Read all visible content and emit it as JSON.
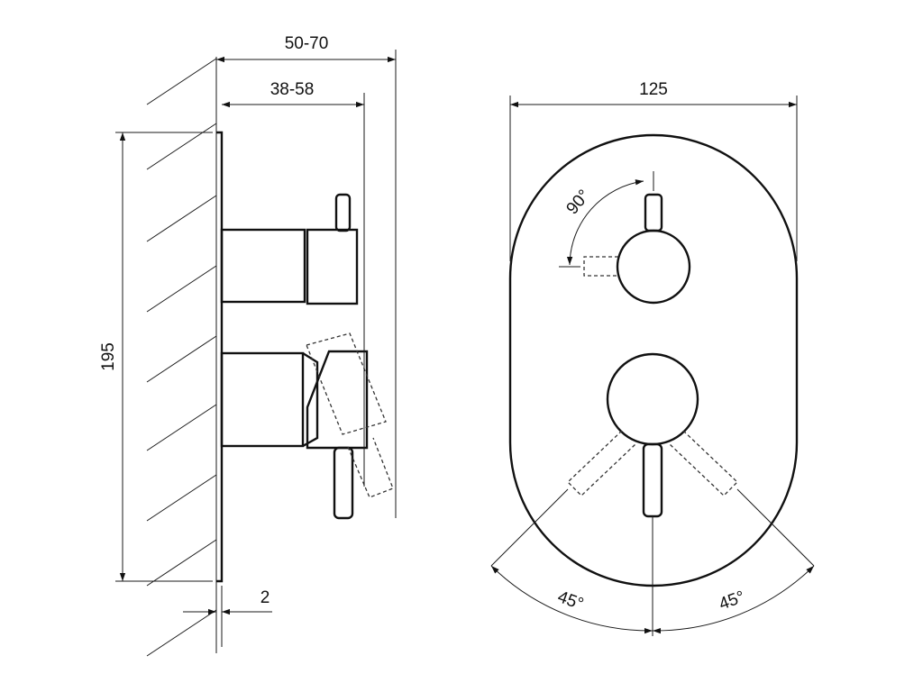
{
  "dimensions": {
    "total_depth": "50-70",
    "inner_depth": "38-58",
    "height": "195",
    "plate_thickness": "2",
    "width": "125"
  },
  "angles": {
    "top_rotation": "90°",
    "bottom_left": "45°",
    "bottom_right": "45°"
  }
}
